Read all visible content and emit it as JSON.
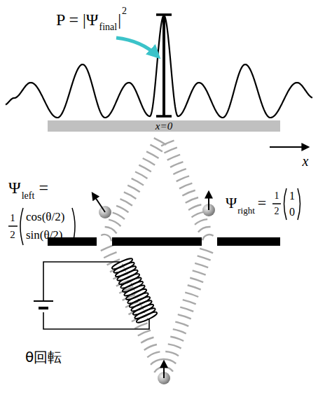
{
  "diagram": {
    "labels": [
      "P = |Ψ",
      "final",
      "|",
      "2",
      "x=0",
      "x",
      "Ψ",
      "left",
      "=",
      "1",
      "2",
      "cos(θ/2)",
      "sin(θ/2)",
      "Ψ",
      "right",
      "=",
      "1",
      "2",
      "1",
      "0",
      "θ回転"
    ]
  }
}
